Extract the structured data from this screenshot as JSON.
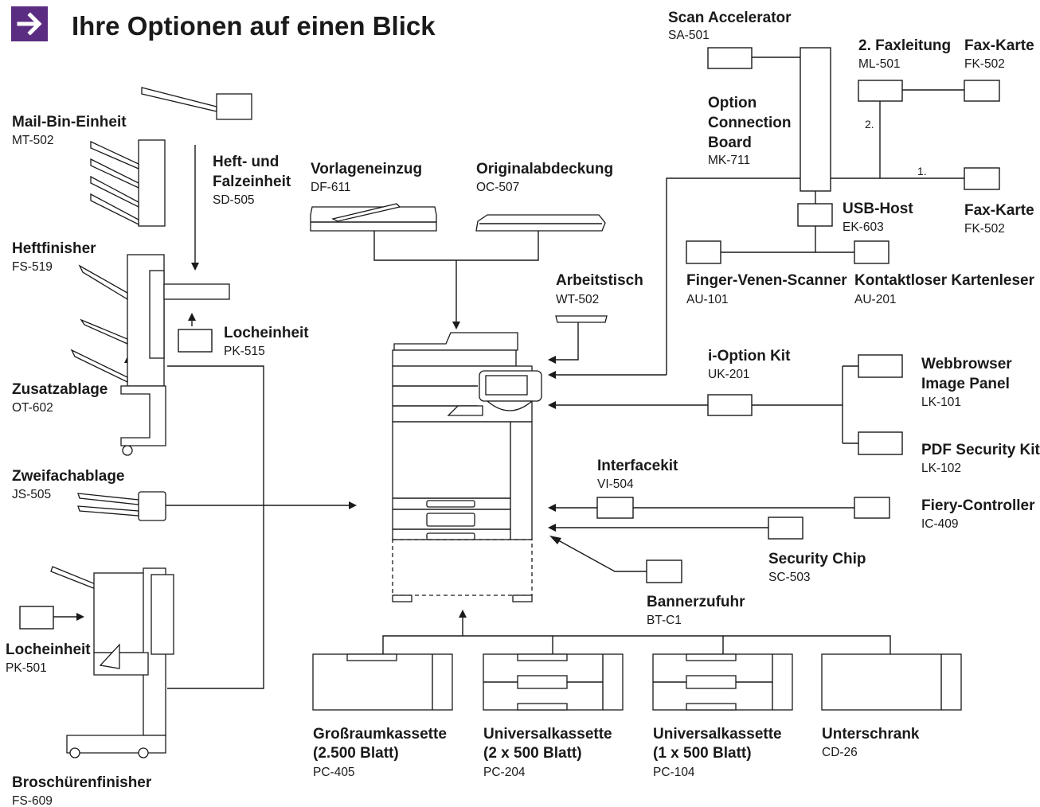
{
  "title": "Ihre Optionen auf einen Blick",
  "colors": {
    "accent": "#5b2d82",
    "line": "#1a1a1a"
  },
  "icons": {
    "header": "arrow-right-icon"
  },
  "options": {
    "mail_bin": {
      "name": "Mail-Bin-Einheit",
      "code": "MT-502"
    },
    "saddle": {
      "name1": "Heft- und",
      "name2": "Falzeinheit",
      "code": "SD-505"
    },
    "staple_finisher": {
      "name": "Heftfinisher",
      "code": "FS-519"
    },
    "punch_pk515": {
      "name": "Locheinheit",
      "code": "PK-515"
    },
    "extra_tray": {
      "name": "Zusatzablage",
      "code": "OT-602"
    },
    "dual_tray": {
      "name": "Zweifachablage",
      "code": "JS-505"
    },
    "punch_pk501": {
      "name": "Locheinheit",
      "code": "PK-501"
    },
    "booklet": {
      "name": "Broschürenfinisher",
      "code": "FS-609"
    },
    "adf": {
      "name": "Vorlageneinzug",
      "code": "DF-611"
    },
    "cover": {
      "name": "Originalabdeckung",
      "code": "OC-507"
    },
    "worktable": {
      "name": "Arbeitstisch",
      "code": "WT-502"
    },
    "scan_acc": {
      "name": "Scan Accelerator",
      "code": "SA-501"
    },
    "fax_line2": {
      "name": "2. Faxleitung",
      "code": "ML-501"
    },
    "fax_card_top": {
      "name": "Fax-Karte",
      "code": "FK-502"
    },
    "ocb": {
      "name1": "Option",
      "name2": "Connection",
      "name3": "Board",
      "code": "MK-711"
    },
    "fax_card_bottom": {
      "name": "Fax-Karte",
      "code": "FK-502"
    },
    "usb": {
      "name": "USB-Host",
      "code": "EK-603"
    },
    "finger": {
      "name": "Finger-Venen-Scanner",
      "code": "AU-101"
    },
    "contactless": {
      "name": "Kontaktloser Kartenleser",
      "code": "AU-201"
    },
    "ioption": {
      "name": "i-Option Kit",
      "code": "UK-201"
    },
    "webbrowser": {
      "name1": "Webbrowser",
      "name2": "Image Panel",
      "code": "LK-101"
    },
    "pdf": {
      "name": "PDF Security Kit",
      "code": "LK-102"
    },
    "interface": {
      "name": "Interfacekit",
      "code": "VI-504"
    },
    "fiery": {
      "name": "Fiery-Controller",
      "code": "IC-409"
    },
    "secchip": {
      "name": "Security Chip",
      "code": "SC-503"
    },
    "banner": {
      "name": "Bannerzufuhr",
      "code": "BT-C1"
    },
    "lcc": {
      "name1": "Großraumkassette",
      "name2": "(2.500 Blatt)",
      "code": "PC-405"
    },
    "univ2": {
      "name1": "Universalkassette",
      "name2": "(2 x 500 Blatt)",
      "code": "PC-204"
    },
    "univ1": {
      "name1": "Universalkassette",
      "name2": "(1 x 500 Blatt)",
      "code": "PC-104"
    },
    "cabinet": {
      "name": "Unterschrank",
      "code": "CD-26"
    }
  },
  "line_labels": {
    "line1": "1.",
    "line2": "2."
  }
}
